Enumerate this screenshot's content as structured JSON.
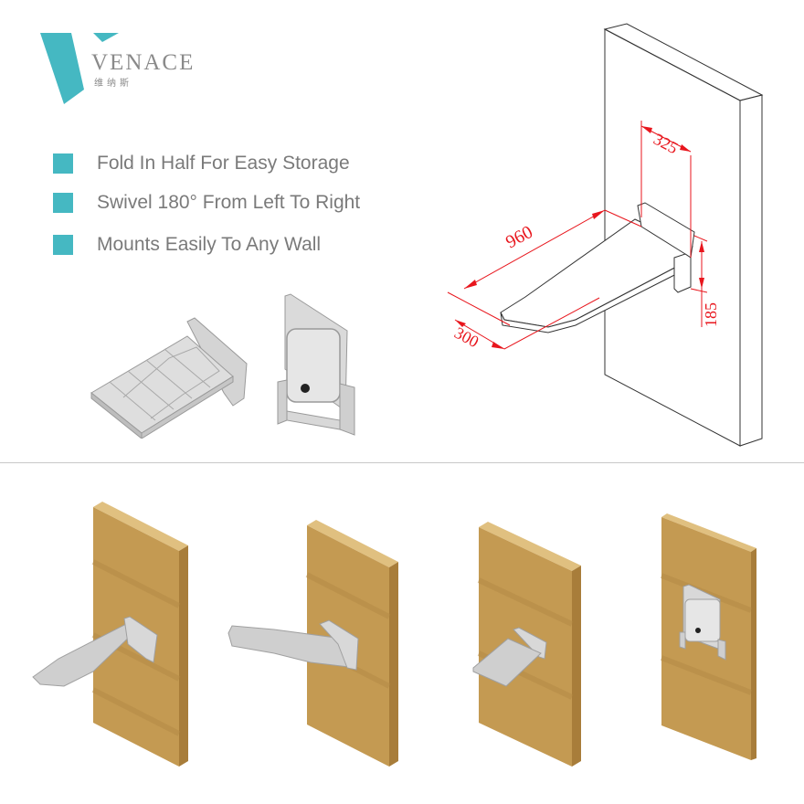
{
  "brand": {
    "name": "VENACE",
    "name_cn": "维纳斯",
    "logo_letter": "V"
  },
  "features": [
    {
      "label": "Fold In Half For Easy Storage"
    },
    {
      "label": "Swivel 180° From Left To Right"
    },
    {
      "label": "Mounts Easily To Any Wall"
    }
  ],
  "dimensions": {
    "length": "960",
    "width": "300",
    "bracket_width": "325",
    "height": "185",
    "unit_hint": "mm"
  },
  "product_views": {
    "top": [
      {
        "name": "ironing board folded, open tray view"
      },
      {
        "name": "ironing board folded flat against bracket"
      },
      {
        "name": "technical line drawing with dimensions"
      }
    ],
    "bottom": [
      {
        "name": "extended, swivelled left"
      },
      {
        "name": "extended, swivelled right"
      },
      {
        "name": "half folded"
      },
      {
        "name": "fully folded against wall"
      }
    ]
  },
  "colors": {
    "accent": "#45b8c2",
    "text_gray": "#7a7a7a",
    "dimension_red": "#e8161d",
    "wood_front": "#c49a52",
    "wood_top": "#e0c080",
    "wood_side": "#a87d3a",
    "board_gray": "#c8c8c8"
  }
}
